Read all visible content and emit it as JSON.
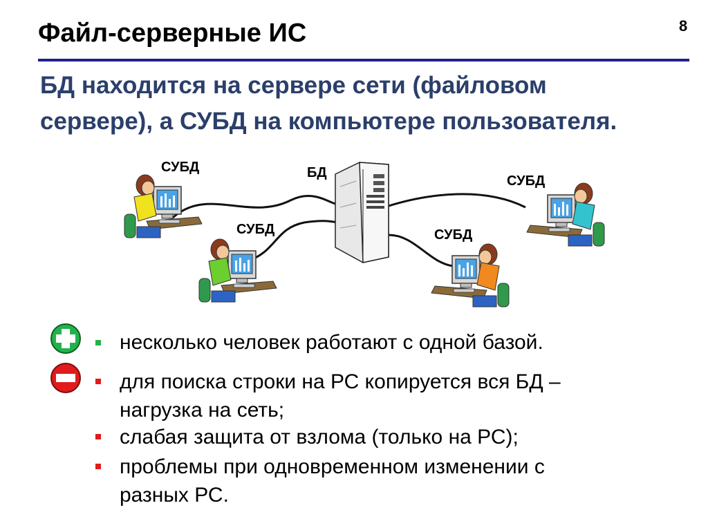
{
  "slide": {
    "title": "Файл-серверные ИС",
    "number": "8",
    "subtitle_line1": "БД находится на сервере сети (файловом",
    "subtitle_line2": "сервере), а СУБД на компьютере пользователя."
  },
  "diagram": {
    "server_label": "БД",
    "client_labels": [
      "СУБД",
      "СУБД",
      "СУБД",
      "СУБД"
    ]
  },
  "pros": {
    "icon": "plus-icon",
    "color": "#22b24c",
    "items": [
      "несколько человек работают с одной базой."
    ]
  },
  "cons": {
    "icon": "minus-icon",
    "color": "#e11b1b",
    "items": [
      "для поиска строки на РС копируется вся БД –",
      "нагрузка на сеть;",
      "слабая защита от взлома (только на РС);",
      "проблемы при одновременном изменении с",
      "разных РС."
    ]
  }
}
